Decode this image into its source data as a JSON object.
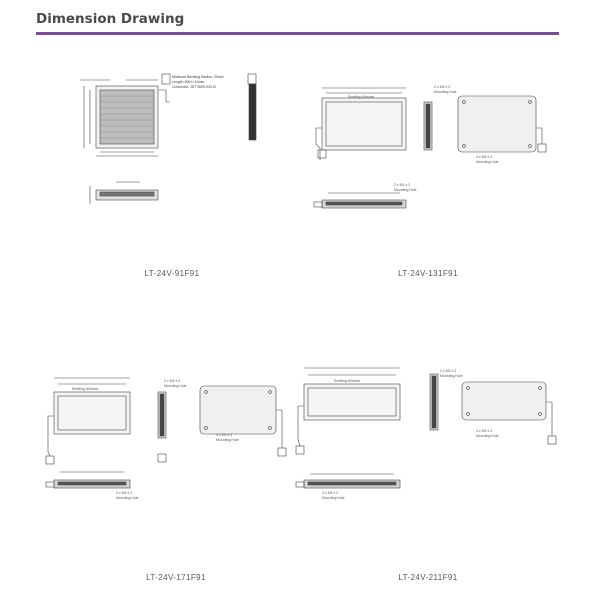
{
  "header": {
    "title": "Dimension Drawing"
  },
  "models": [
    {
      "name": "LT-24V-91F91"
    },
    {
      "name": "LT-24V-131F91"
    },
    {
      "name": "LT-24V-171F91"
    },
    {
      "name": "LT-24V-211F91"
    }
  ],
  "notes": {
    "bend_radius": "Minimum Bending Radius: 20mm",
    "length": "Length: 600+/-10mm",
    "connector": "Connector: JST SMR-03V-B"
  },
  "labels": {
    "emitting_window": "Emitting Window",
    "mounting_hole": "Mounting Hole",
    "m3_x2": "2 x M3 x 2",
    "m3_x4": "4 x M3 x 4"
  }
}
